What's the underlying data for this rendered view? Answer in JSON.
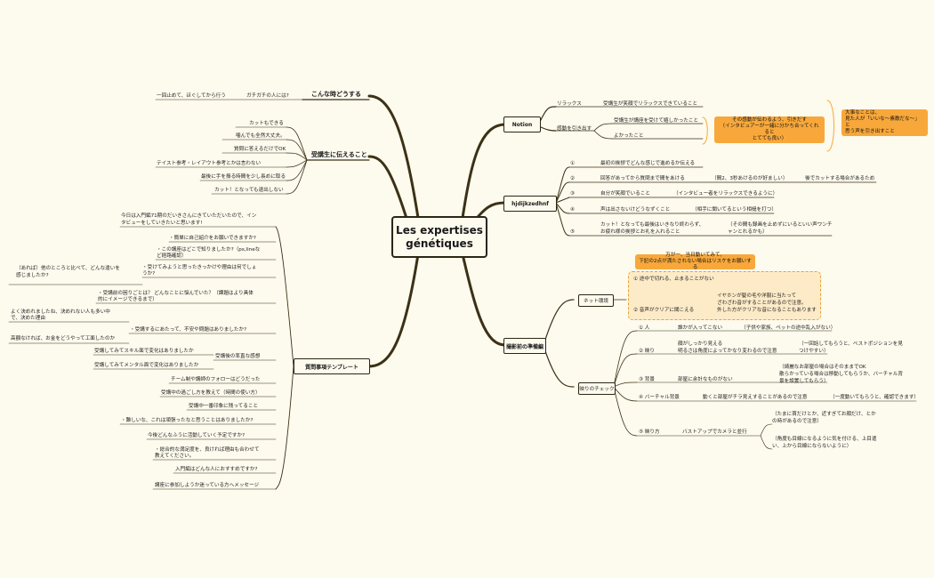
{
  "root": {
    "title_line1": "Les expertises",
    "title_line2": "génétiques"
  },
  "notion": {
    "title": "Notion",
    "relax": "リラックス",
    "relax_detail": "受講生が笑顔でリラックスできていること",
    "kando": "感動を引き出す",
    "kando_1": "受講生が講座を受けて嬉しかったこと",
    "kando_2": "よかったこと",
    "bubble_1_line1": "その感動が伝わるよう、引きだす",
    "bubble_1_line2": "（インタビュアーが一緒に分かち合ってくれると",
    "bubble_1_line3": "とてても良い）",
    "bubble_2_line1": "大事なことは、",
    "bubble_2_line2": "見た人が「いいな〜素敵だな〜」と",
    "bubble_2_line3": "思う声を引き出すこと"
  },
  "hjd": {
    "title": "hjdijkzedhnf",
    "items": [
      {
        "num": "①",
        "text": "最初の挨拶でどんな感じで進めるか伝える",
        "extra": "",
        "extra2": ""
      },
      {
        "num": "②",
        "text": "回答があってから質問まで間をあける",
        "extra": "（間2、3秒あけるのが好ましい）",
        "extra2": "後でカットする場合があるため"
      },
      {
        "num": "③",
        "text": "自分が笑顔でいること",
        "extra": "（インタビュー者をリラックスできるように）",
        "extra2": ""
      },
      {
        "num": "④",
        "text": "声は出さないけどうなずくこと",
        "extra": "（相手に聞いてるという相槌を打つ）",
        "extra2": ""
      },
      {
        "num": "⑤",
        "text": "カット！となっても最後はいきなり終わらず、",
        "text2": "お疲れ様の挨拶とお礼を入れること",
        "extra": "（その間も録画を止めずにいるといい声ワンチ",
        "extra2": "ャンとれるかも）"
      }
    ]
  },
  "prep": {
    "title": "撮影前の準備編",
    "net": "ネット環境",
    "warn_line1": "万が一、当日動いてみて、",
    "warn_line2": "下記の2点が満たされない場合はリスケをお願いする",
    "net_1": "① 途中で切れる、止まることがない",
    "net_2": "② 音声がクリアに聞こえる",
    "net_2_d1": "イヤホンが髪の毛や洋服に当たって",
    "net_2_d2": "ざわざわ音がすることがあるので注意。",
    "net_2_d3": "外した方がクリアな音になることもあります",
    "check": "映りのチェック",
    "c1": "① 人",
    "c1_a": "誰かが入ってこない",
    "c1_b": "（子供や家族、ペットの途中乱入がない）",
    "c2": "② 映り",
    "c2_a1": "顔がしっかり見える",
    "c2_a2": "明るさは角度によってかなり変わるので注意",
    "c2_b1": "（一回話してもらうと、ベストポジションを見",
    "c2_b2": "つけやすい）",
    "c3": "③ 背景",
    "c3_a": "部屋に余計なものがない",
    "c3_b1": "（綺麗なお部屋の場合はそのままでOK",
    "c3_b2": "散らかっている場合は移動してもらうか、バーチャル背",
    "c3_b3": "景を設置してもらう）",
    "c4": "④ バーチャル背景",
    "c4_a": "動くと部屋がチラ見えすることがあるので注意",
    "c4_b": "（一度動いてもらうと、確認できます）",
    "c5": "⑤ 映り方",
    "c5_a": "バストアップでカメラと並行",
    "c5_b1": "（たまに首だけとか、近すぎてお顔だけ、とか",
    "c5_b2": "の時があるので注意）",
    "c5_c1": "（角度も目線になるように気を付ける、上目遣",
    "c5_c2": "い、上から目線にならないように）"
  },
  "konna": {
    "title": "こんな時どうする",
    "l1": "ガチガチの人には?",
    "l2": "一回止めて、ほぐしてから行う"
  },
  "tsutaeru": {
    "title": "受講生に伝えること",
    "items": [
      "カットもできる",
      "噛んでも全然大丈夫。",
      "質問に答えるだけでOK",
      "テイスト参考・レイアウト参考とかは言わない",
      "最後に手を振る時間を少し長めに取る",
      "カット！となっても退出しない"
    ]
  },
  "template": {
    "title": "質問事項テンプレート",
    "intro_1": "今日は入門編71期のだいきさんにきていただいたので、イン",
    "intro_2": "タビューをしていきたいと思います!",
    "q1": "・簡単に自己紹介をお願いできますか?",
    "q2_1": "・この講座はどこで知りましたか?（ps,lineな",
    "q2_2": "ど経路確認）",
    "q3_1": "・受けてみようと思ったきっかけや理由は何でしょ",
    "q3_2": "うか?",
    "q3_side_1": "（あれば）他のところと比べて、どんな違いを",
    "q3_side_2": "感じましたか?",
    "q4_1": "・受講前の困りごとは？ どんなことに悩んでいた？（課題はより具体",
    "q4_2": "的にイメージできるまで）",
    "q5": "・受講するにあたって、不安や問題はありましたか?",
    "q5_side_1": "よく決めれましたね、決めれない人も多い中",
    "q5_side_2": "で、決めた理由",
    "q5_side_3": "高額なければ、お金をどうやって工面したのか",
    "q6": "受講後の率直な感想",
    "q6_a": "受講してみてスキル面で変化はありましたか",
    "q6_b": "受講してみてメンタル面で変化はありましたか",
    "q7": "チーム制や講師のフォローはどうだった",
    "q8": "受講中の過ごし方を教えて（時間の使い方）",
    "q9": "受講中一番印象に残ってること",
    "q10": "・難しいな、これは頑張ったなと思うことはありましたか?",
    "q11": "今後どんなふうに活動していく予定ですか?",
    "q12_1": "・総合的な満足度を、良ければ理由も合わせて",
    "q12_2": "教えてください。",
    "q13": "入門編はどんな人におすすめですか?",
    "q14": "講座に参加しようか迷っている方へメッセージ"
  },
  "colors": {
    "line": "#3b3116",
    "orange": "#f8a83b",
    "background": "#fdfaee",
    "dash_fill": "#fdebc8"
  }
}
